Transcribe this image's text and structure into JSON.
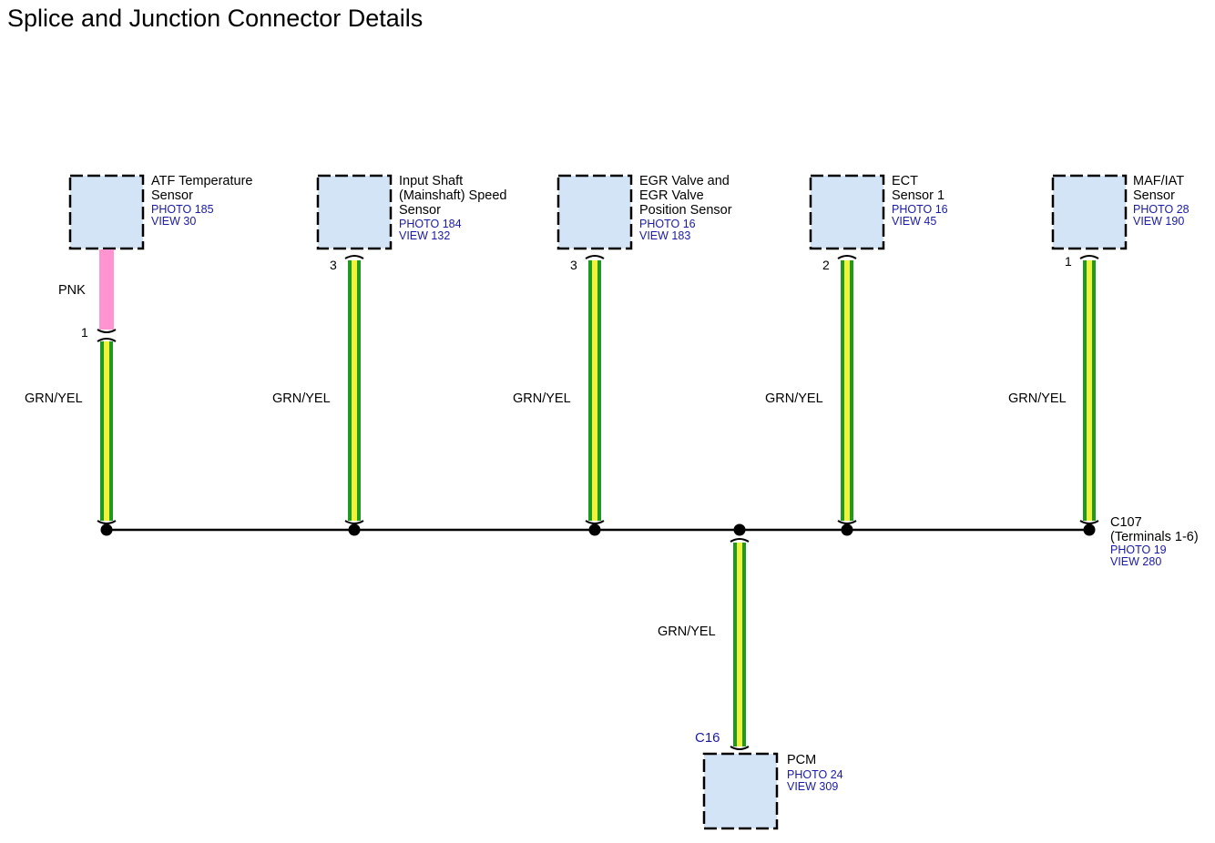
{
  "title": "Splice and Junction Connector Details",
  "colors": {
    "component_fill": "#d4e4f7",
    "wire_green": "#1e9a1e",
    "wire_yellow": "#f2f23a",
    "wire_pink": "#ff94d0",
    "reference_text": "#1a1aa6"
  },
  "components": [
    {
      "line1": "ATF Temperature",
      "line2": "Sensor",
      "line3": "",
      "photo": "PHOTO 185",
      "view": "VIEW 30",
      "pin": "",
      "wire_label": "GRN/YEL",
      "upper_wire_label": "PNK",
      "inline_pin": "1"
    },
    {
      "line1": "Input Shaft",
      "line2": "(Mainshaft) Speed",
      "line3": "Sensor",
      "photo": "PHOTO 184",
      "view": "VIEW 132",
      "pin": "3",
      "wire_label": "GRN/YEL"
    },
    {
      "line1": "EGR Valve and",
      "line2": "EGR Valve",
      "line3": "Position Sensor",
      "photo": "PHOTO 16",
      "view": "VIEW 183",
      "pin": "3",
      "wire_label": "GRN/YEL"
    },
    {
      "line1": "ECT",
      "line2": "Sensor 1",
      "line3": "",
      "photo": "PHOTO 16",
      "view": "VIEW 45",
      "pin": "2",
      "wire_label": "GRN/YEL"
    },
    {
      "line1": "MAF/IAT",
      "line2": "Sensor",
      "line3": "",
      "photo": "PHOTO 28",
      "view": "VIEW 190",
      "pin": "1",
      "wire_label": "GRN/YEL"
    }
  ],
  "junction": {
    "name": "C107",
    "terminals": "(Terminals 1-6)",
    "photo": "PHOTO 19",
    "view": "VIEW 280"
  },
  "pcm": {
    "connector": "C16",
    "name": "PCM",
    "photo": "PHOTO 24",
    "view": "VIEW 309",
    "wire_label": "GRN/YEL"
  }
}
